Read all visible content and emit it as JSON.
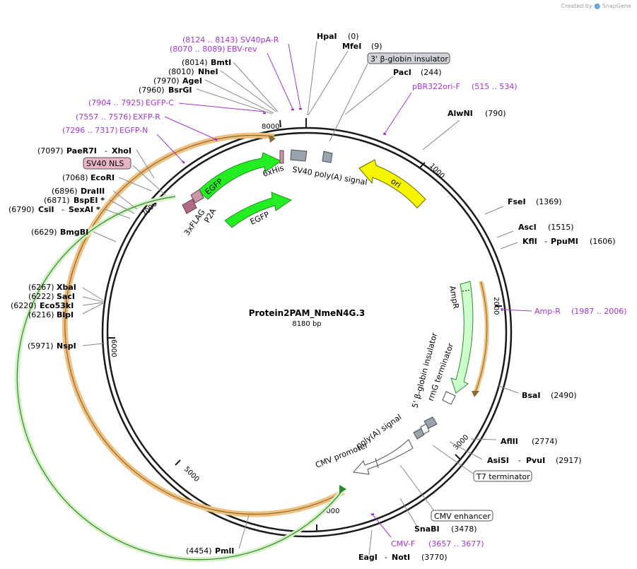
{
  "credit": {
    "text": "Created by",
    "brand": "SnapGene"
  },
  "plasmid": {
    "name": "Protein2PAM_NmeN4G.3",
    "size": "8180 bp"
  },
  "ticks": [
    "1000",
    "2000",
    "3000",
    "4000",
    "5000",
    "6000",
    "7000",
    "8000"
  ],
  "sites_right": [
    {
      "name": "HpaI",
      "pos": "(0)"
    },
    {
      "name": "MfeI",
      "pos": "(9)"
    },
    {
      "name": "PacI",
      "pos": "(244)"
    },
    {
      "name": "AlwNI",
      "pos": "(790)"
    },
    {
      "name": "FseI",
      "pos": "(1369)"
    },
    {
      "name": "AscI",
      "pos": "(1515)"
    },
    {
      "name": "KflI",
      "pos": "(1606)",
      "extra": "PpuMI"
    },
    {
      "name": "BsaI",
      "pos": "(2490)"
    },
    {
      "name": "AflII",
      "pos": "(2774)"
    },
    {
      "name": "AsiSI",
      "pos": "(2917)",
      "extra": "PvuI"
    },
    {
      "name": "SnaBI",
      "pos": "(3478)"
    },
    {
      "name": "EagI",
      "pos": "(3770)",
      "extra": "NotI"
    }
  ],
  "sites_left": [
    {
      "name": "BmtI",
      "pos": "(8014)"
    },
    {
      "name": "NheI",
      "pos": "(8010)"
    },
    {
      "name": "AgeI",
      "pos": "(7970)"
    },
    {
      "name": "BsrGI",
      "pos": "(7960)"
    },
    {
      "name": "PaeR7I",
      "pos": "(7097)",
      "extra": "XhoI"
    },
    {
      "name": "EcoRI",
      "pos": "(7068)"
    },
    {
      "name": "DraIII",
      "pos": "(6896)"
    },
    {
      "name": "BspEI *",
      "pos": "(6871)"
    },
    {
      "name": "CsiI",
      "pos": "(6790)",
      "extra": "SexAI *"
    },
    {
      "name": "BmgBI",
      "pos": "(6629)"
    },
    {
      "name": "XbaI",
      "pos": "(6267)"
    },
    {
      "name": "SacI",
      "pos": "(6222)"
    },
    {
      "name": "Eco53kI",
      "pos": "(6220)"
    },
    {
      "name": "BlpI",
      "pos": "(6216)"
    },
    {
      "name": "NspI",
      "pos": "(5971)"
    },
    {
      "name": "PmlI",
      "pos": "(4454)"
    }
  ],
  "primers": [
    {
      "range": "(8124 .. 8143)",
      "name": "SV40pA-R"
    },
    {
      "range": "(8070 .. 8089)",
      "name": "EBV-rev"
    },
    {
      "range": "(7904 .. 7925)",
      "name": "EGFP-C"
    },
    {
      "range": "(7557 .. 7576)",
      "name": "EXFP-R"
    },
    {
      "range": "(7296 .. 7317)",
      "name": "EGFP-N"
    },
    {
      "range": "(515 .. 534)",
      "name": "pBR322ori-F"
    },
    {
      "range": "(1987 .. 2006)",
      "name": "Amp-R"
    },
    {
      "range": "(3657 .. 3677)",
      "name": "CMV-F"
    }
  ],
  "boxed_features": {
    "globin3": "3' β-globin insulator",
    "sv40nls": "SV40 NLS",
    "t7term": "T7 terminator",
    "cmvenh": "CMV enhancer"
  },
  "inner_features": {
    "sixhis": "6xHis",
    "sv40pa": "SV40 poly(A) signal",
    "ori": "ori",
    "egfp1": "EGFP",
    "egfp2": "EGFP",
    "p2a": "P2A",
    "flag": "3xFLAG",
    "ampr": "AmpR",
    "globin5": "5' β-globin insulator",
    "rrnG": "rrnG terminator",
    "polya": "poly(A) signal",
    "cmvprom": "CMV promoter"
  },
  "colors": {
    "backbone": "#1a1a1a",
    "primer": "#a034d4",
    "egfp": "#22ee22",
    "ori": "#f5f500",
    "ampr": "#ccffcc",
    "orange_bar": "#f0c080",
    "green_bar": "#d8f0c8",
    "feature_gray": "#9aa3ae",
    "nls": "#e6b6c8"
  }
}
